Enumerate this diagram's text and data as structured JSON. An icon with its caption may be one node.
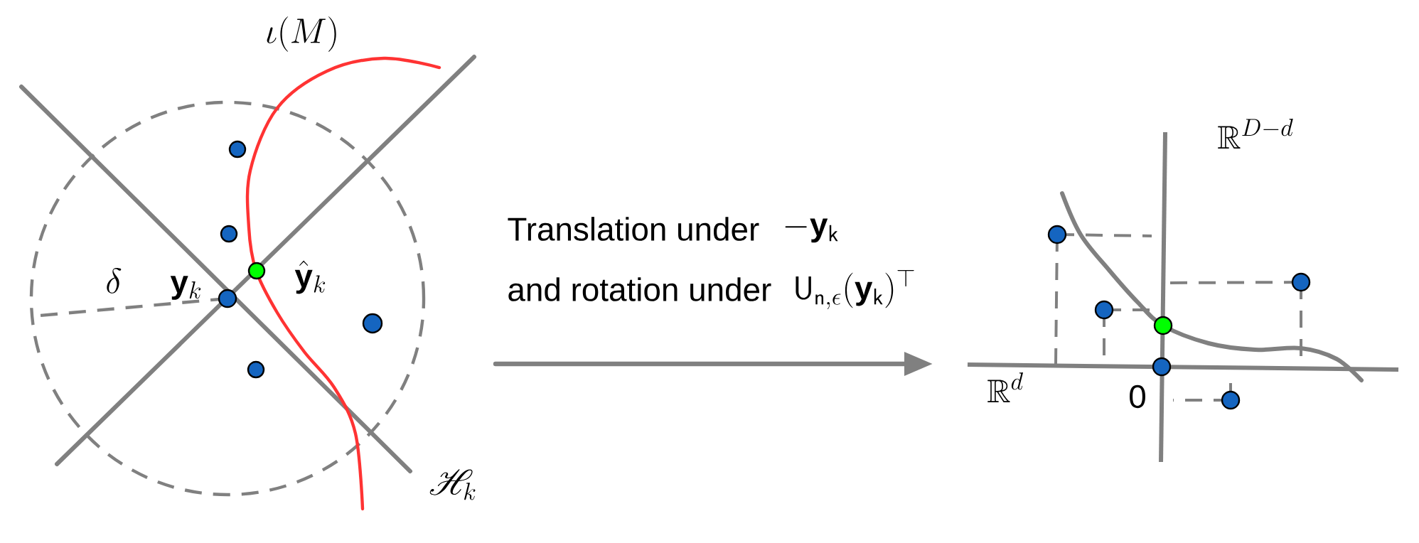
{
  "diagram": {
    "labels": [
      "\\iota(M)",
      "\\delta",
      "\\mathbf{y}_k",
      "\\hat{\\mathbf{y}}_k",
      "\\mathscr{H}_k",
      "Translation under",
      "-\\mathbf{y}_{\\mathsf{k}}",
      "and rotation under",
      "\\mathsf{U}_{\\mathsf{n},\\epsilon}(\\mathbf{y}_{\\mathsf{k}})^{\\top}",
      "\\mathbb{R}^{D-d}",
      "\\mathbb{R}^d",
      "0"
    ]
  }
}
